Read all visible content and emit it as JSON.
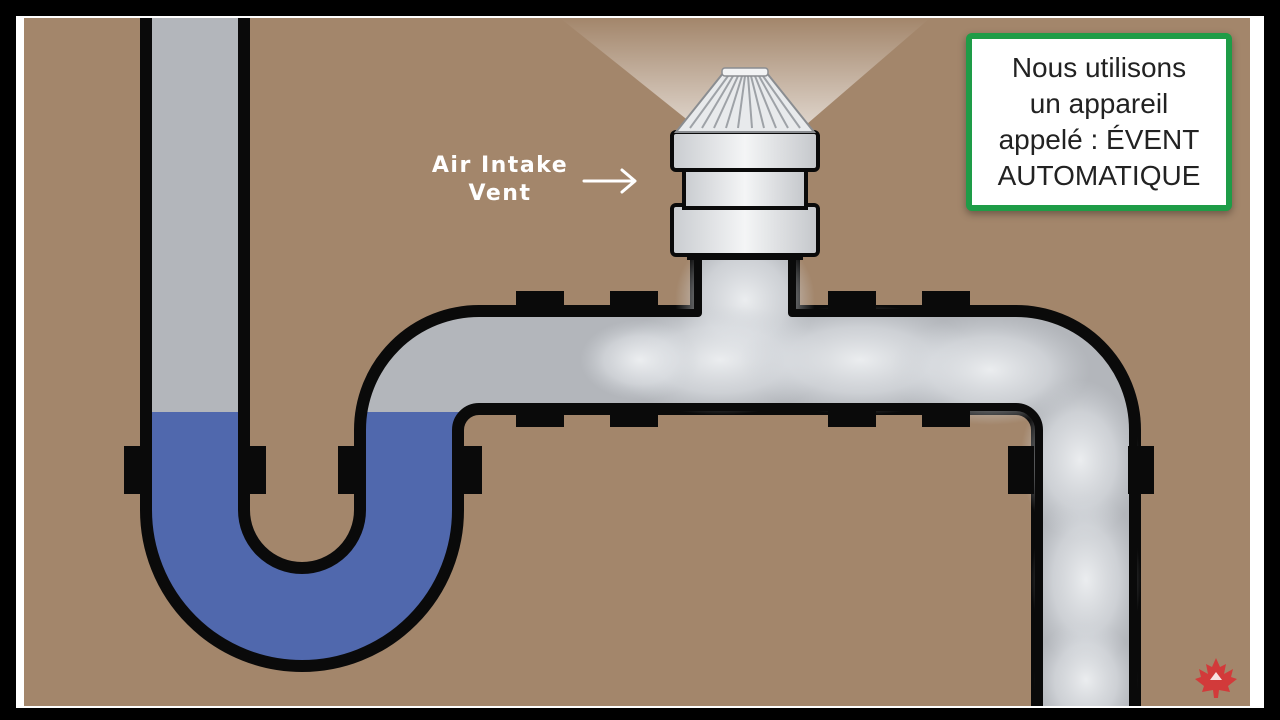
{
  "diagram": {
    "air_intake_label": [
      "Air Intake",
      "Vent"
    ],
    "callout_lines": [
      "Nous utilisons",
      "un appareil",
      "appelé : ÉVENT",
      "AUTOMATIQUE"
    ]
  },
  "colors": {
    "background": "#a3866b",
    "pipe": "#b3b6bb",
    "water": "#5068ad",
    "outline": "#0a0a0a",
    "callout_border": "#1e9c47",
    "logo": "#d23a3a"
  },
  "icons": [
    "arrow-right-icon",
    "maple-leaf-logo-icon"
  ]
}
